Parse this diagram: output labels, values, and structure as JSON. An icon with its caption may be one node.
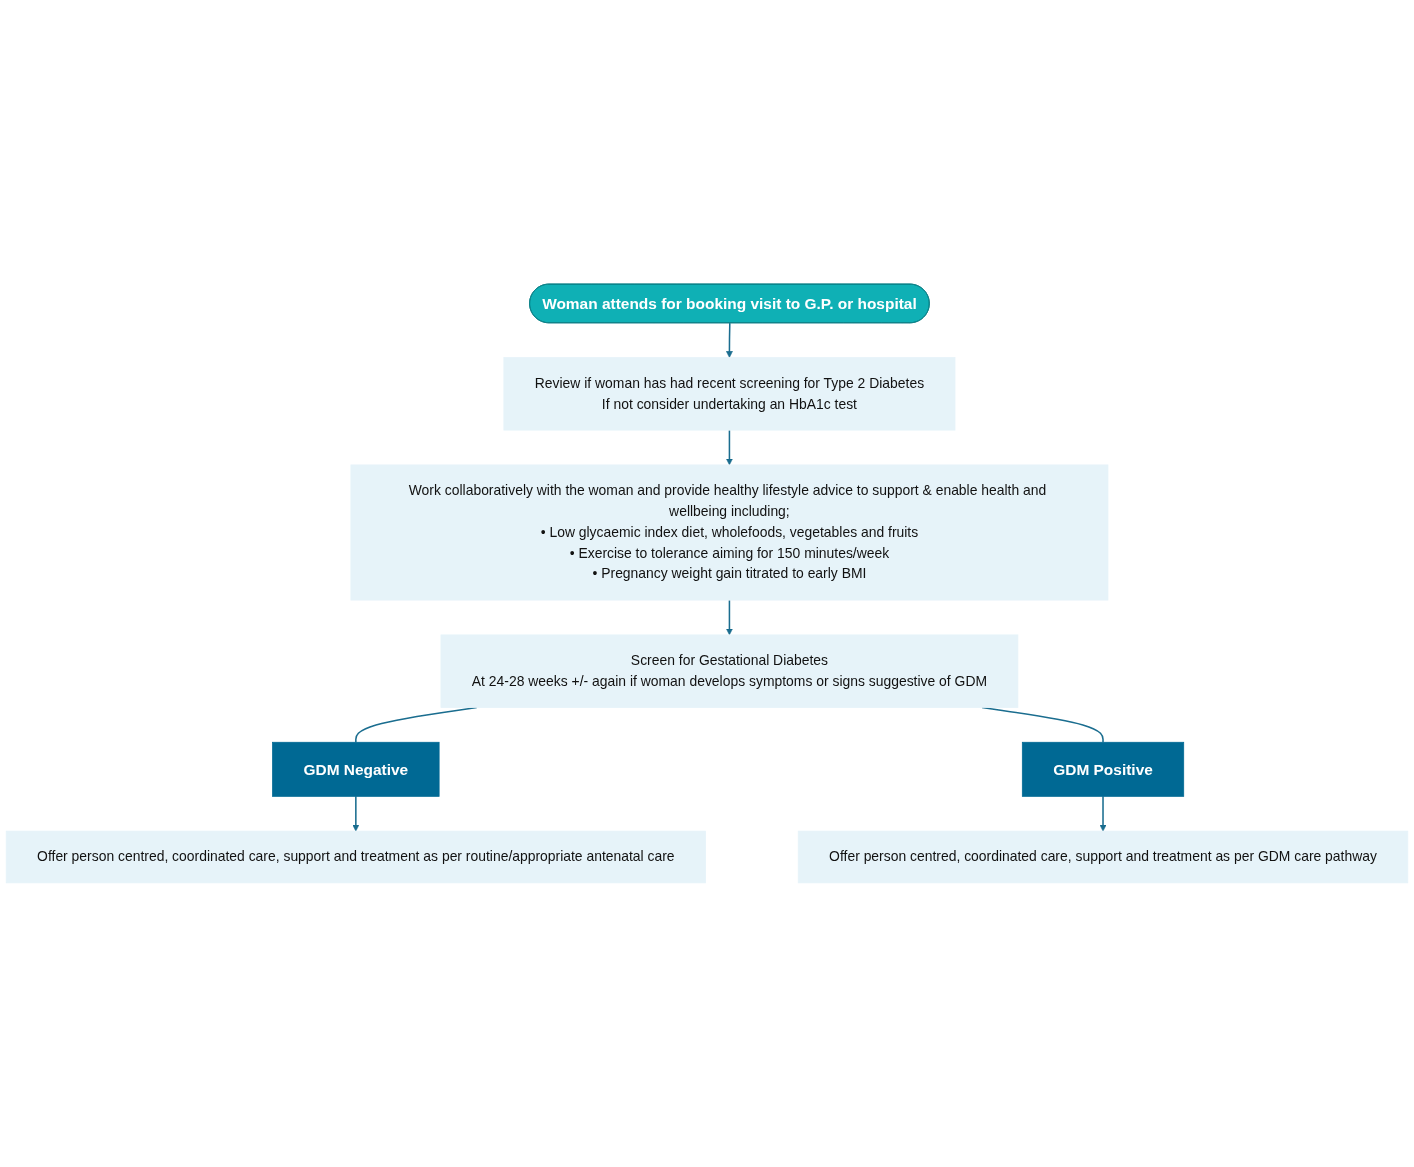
{
  "diagram": {
    "nodes": [
      {
        "text": [
          "Woman attends for booking visit to G.P. or hospital"
        ]
      },
      {
        "text": [
          "Review if woman has had recent screening for Type 2 Diabetes",
          "If not consider undertaking an HbA1c test"
        ]
      },
      {
        "text": [
          "Work collaboratively with the woman and provide healthy lifestyle advice to support & enable health and wellbeing including;",
          "• Low glycaemic index diet, wholefoods, vegetables and fruits",
          "• Exercise to tolerance aiming for 150 minutes/week",
          "• Pregnancy weight gain titrated to early BMI"
        ]
      },
      {
        "text": [
          "Screen for Gestational Diabetes",
          "At 24-28 weeks +/- again if woman develops symptoms or signs suggestive of GDM"
        ]
      },
      {
        "text": [
          "GDM Negative"
        ]
      },
      {
        "text": [
          "GDM Positive"
        ]
      },
      {
        "text": [
          "Offer person centred, coordinated care, support and treatment as per routine/appropriate antenatal care"
        ]
      },
      {
        "text": [
          "Offer person centred, coordinated care, support and treatment as per GDM care pathway"
        ]
      }
    ],
    "edges": [
      {
        "from": 0,
        "to": 1,
        "arrow": "to"
      },
      {
        "from": 1,
        "to": 2,
        "arrow": "to"
      },
      {
        "from": 2,
        "to": 3,
        "arrow": "to"
      },
      {
        "from": 3,
        "to": 4,
        "arrow": "none"
      },
      {
        "from": 3,
        "to": 5,
        "arrow": "none"
      },
      {
        "from": 4,
        "to": 6,
        "arrow": "to"
      },
      {
        "from": 5,
        "to": 7,
        "arrow": "to"
      }
    ]
  }
}
